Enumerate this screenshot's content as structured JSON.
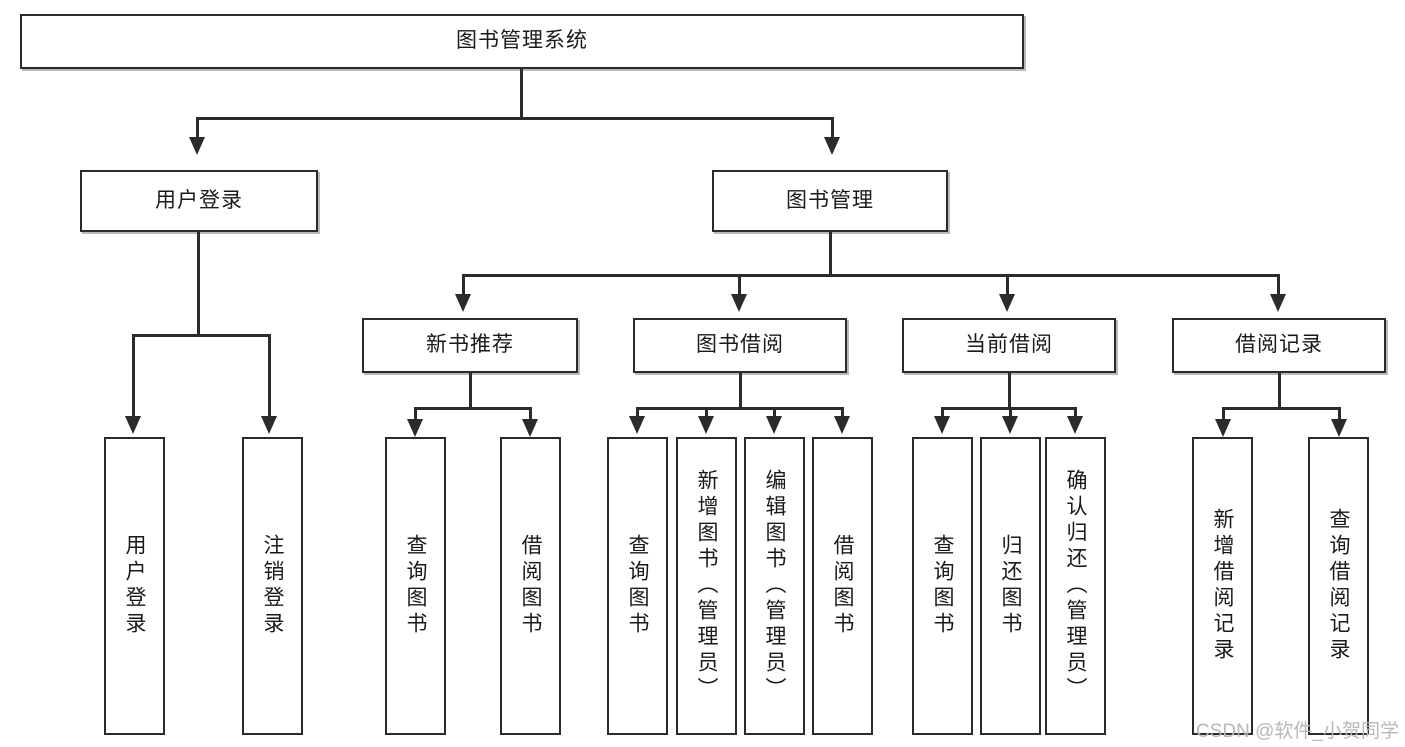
{
  "diagram": {
    "type": "tree-hierarchy-chart",
    "title_box": {
      "label": "图书管理系统"
    },
    "level2": [
      {
        "id": "user-login",
        "label": "用户登录"
      },
      {
        "id": "book-manage",
        "label": "图书管理"
      }
    ],
    "level3": [
      {
        "id": "new-book-rec",
        "label": "新书推荐"
      },
      {
        "id": "book-borrow",
        "label": "图书借阅"
      },
      {
        "id": "current-borrow",
        "label": "当前借阅"
      },
      {
        "id": "borrow-record",
        "label": "借阅记录"
      }
    ],
    "leaves": [
      {
        "id": "leaf-user-login",
        "label": "用户登录",
        "parent": "user-login"
      },
      {
        "id": "leaf-user-logout",
        "label": "注销登录",
        "parent": "user-login"
      },
      {
        "id": "leaf-query-book-1",
        "label": "查询图书",
        "parent": "new-book-rec"
      },
      {
        "id": "leaf-borrow-book-1",
        "label": "借阅图书",
        "parent": "new-book-rec"
      },
      {
        "id": "leaf-query-book-2",
        "label": "查询图书",
        "parent": "book-borrow"
      },
      {
        "id": "leaf-add-book",
        "label": "新增图书（管理员）",
        "parent": "book-borrow"
      },
      {
        "id": "leaf-edit-book",
        "label": "编辑图书（管理员）",
        "parent": "book-borrow"
      },
      {
        "id": "leaf-borrow-book-2",
        "label": "借阅图书",
        "parent": "book-borrow"
      },
      {
        "id": "leaf-query-book-3",
        "label": "查询图书",
        "parent": "current-borrow"
      },
      {
        "id": "leaf-return-book",
        "label": "归还图书",
        "parent": "current-borrow"
      },
      {
        "id": "leaf-confirm-return",
        "label": "确认归还（管理员）",
        "parent": "current-borrow"
      },
      {
        "id": "leaf-add-record",
        "label": "新增借阅记录",
        "parent": "borrow-record"
      },
      {
        "id": "leaf-query-record",
        "label": "查询借阅记录",
        "parent": "borrow-record"
      }
    ],
    "colors": {
      "stroke": "#2b2b2b",
      "fill": "#ffffff",
      "text": "#1a1a1a",
      "watermark": "#b8b8b8"
    }
  },
  "watermark": {
    "text": "CSDN @软件_小贺同学"
  }
}
